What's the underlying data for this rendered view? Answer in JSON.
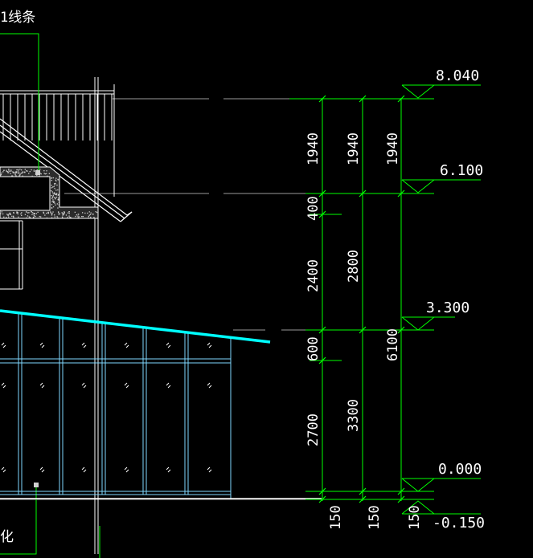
{
  "annotations": {
    "top_note": "1线条",
    "bottom_note": "化"
  },
  "elevations": {
    "e1": "8.040",
    "e2": "6.100",
    "e3": "3.300",
    "e4": "0.000",
    "e5": "-0.150"
  },
  "dimensions": {
    "col1": {
      "d1": "1940",
      "d2": "400",
      "d3": "2400",
      "d4": "600",
      "d5": "2700",
      "d6": "150"
    },
    "col2": {
      "d1": "1940",
      "d2": "2800",
      "d3": "3300",
      "d4": "150"
    },
    "col3": {
      "d1": "1940",
      "d2": "6100",
      "d3": "150"
    }
  },
  "colors": {
    "background": "#000000",
    "dimension": "#00ff00",
    "glass": "#00ffff",
    "glass_thin": "#7fd8ff",
    "linework": "#ffffff",
    "grey": "#9a9a9a"
  }
}
